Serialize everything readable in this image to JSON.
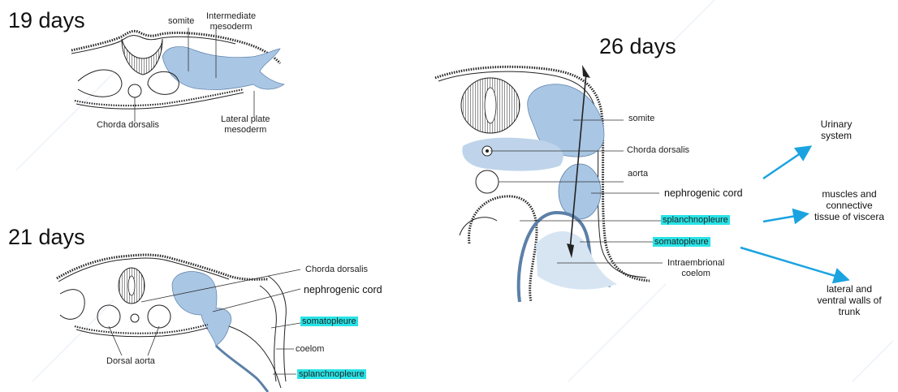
{
  "panel_19": {
    "title": "19 days",
    "labels": {
      "somite": "somite",
      "intermediate": "Intermediate\nmesoderm",
      "chorda": "Chorda dorsalis",
      "lateral": "Lateral plate\nmesoderm"
    }
  },
  "panel_21": {
    "title": "21 days",
    "labels": {
      "chorda": "Chorda dorsalis",
      "nephrogenic": "nephrogenic cord",
      "somatopleure": "somatopleure",
      "coelom": "coelom",
      "splanchnopleure": "splanchnopleure",
      "dorsal_aorta": "Dorsal aorta"
    }
  },
  "panel_26": {
    "title": "26 days",
    "labels": {
      "somite": "somite",
      "chorda": "Chorda dorsalis",
      "aorta": "aorta",
      "nephrogenic": "nephrogenic cord",
      "splanchnopleure": "splanchnopleure",
      "somatopleure": "somatopleure",
      "coelom": "Intraembrional\ncoelom"
    }
  },
  "outcomes": {
    "urinary": "Urinary\nsystem",
    "muscles": "muscles and\nconnective\ntissue of viscera",
    "walls": "lateral and\nventral walls of\ntrunk"
  },
  "colors": {
    "mesoderm_blue": "#a9c6e4",
    "highlight_cyan": "#28e3e6",
    "arrow_blue": "#1aa3e0"
  }
}
